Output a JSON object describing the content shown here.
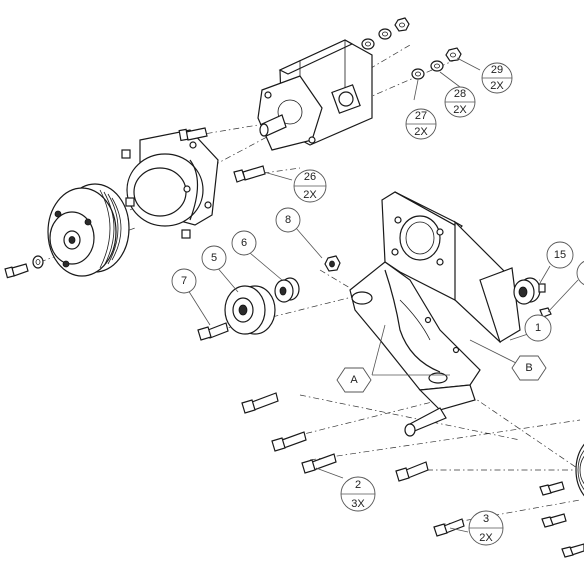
{
  "callouts": {
    "c1": {
      "number": "1"
    },
    "c2": {
      "number": "2",
      "qty": "3X"
    },
    "c3": {
      "number": "3",
      "qty": "2X"
    },
    "c5": {
      "number": "5"
    },
    "c6": {
      "number": "6"
    },
    "c7": {
      "number": "7"
    },
    "c8": {
      "number": "8"
    },
    "c15": {
      "number": "15"
    },
    "c26": {
      "number": "26",
      "qty": "2X"
    },
    "c27": {
      "number": "27",
      "qty": "2X"
    },
    "c28": {
      "number": "28",
      "qty": "2X"
    },
    "c29": {
      "number": "29",
      "qty": "2X"
    },
    "labelA": "A",
    "labelB": "B"
  }
}
